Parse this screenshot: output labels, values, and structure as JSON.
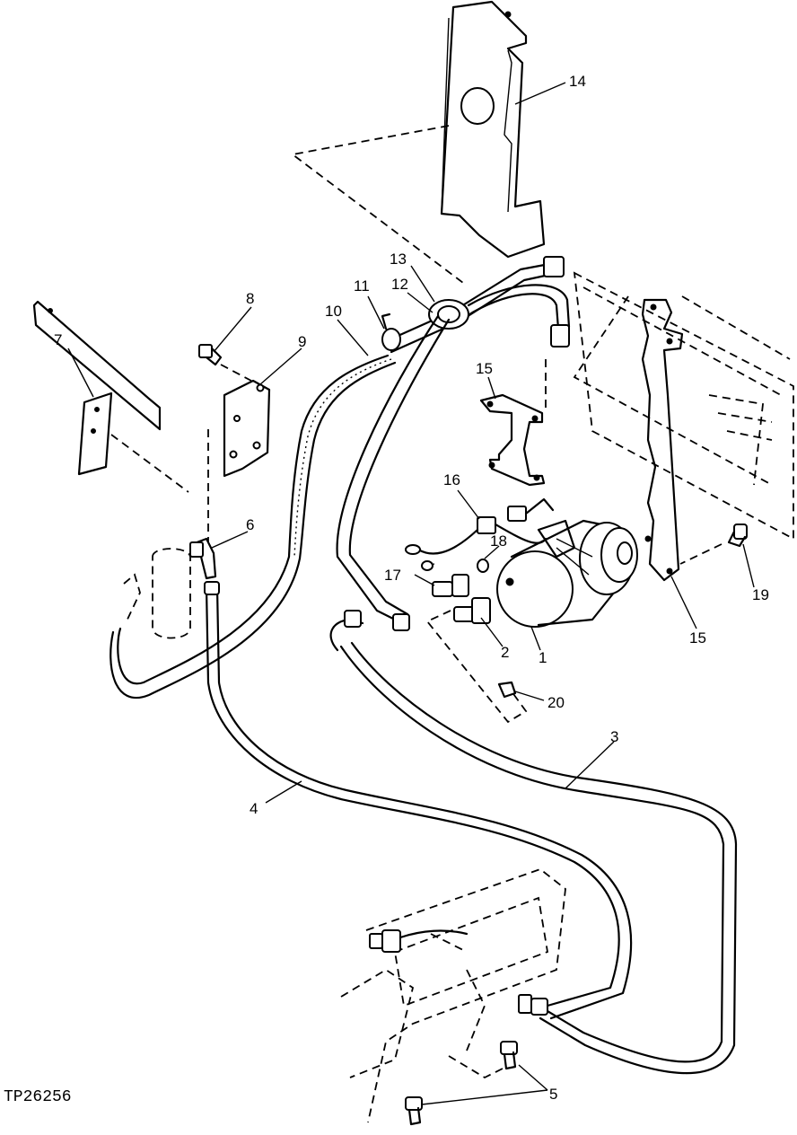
{
  "figure_code": "TP26256",
  "callouts": {
    "c1": "1",
    "c2": "2",
    "c3": "3",
    "c4": "4",
    "c5": "5",
    "c6": "6",
    "c7": "7",
    "c8": "8",
    "c9": "9",
    "c10": "10",
    "c11": "11",
    "c12": "12",
    "c13": "13",
    "c14": "14",
    "c15a": "15",
    "c15b": "15",
    "c16": "16",
    "c17": "17",
    "c18": "18",
    "c19": "19",
    "c20": "20"
  }
}
